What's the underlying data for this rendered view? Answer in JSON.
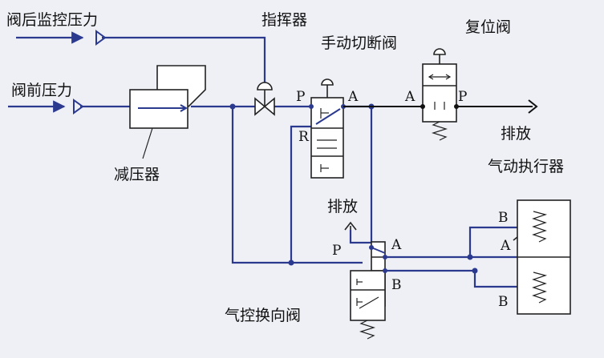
{
  "labels": {
    "downstream_pressure": "阀后监控压力",
    "upstream_pressure": "阀前压力",
    "reducer": "减压器",
    "pilot": "指挥器",
    "manual_valve": "手动切断阀",
    "reset_valve": "复位阀",
    "exhaust_top": "排放",
    "exhaust_mid": "排放",
    "actuator": "气动执行器",
    "pilot_switch_valve": "气控换向阀"
  },
  "ports": {
    "manual_p": "P",
    "manual_a": "A",
    "manual_r": "R",
    "reset_a": "A",
    "reset_p": "P",
    "switch_p": "P",
    "switch_a": "A",
    "switch_b": "B",
    "act_b_top": "B",
    "act_a": "A",
    "act_b_bottom": "B"
  },
  "colors": {
    "pipe": "#2b3a8f",
    "outline": "#222222",
    "background": "#eef0f5"
  }
}
